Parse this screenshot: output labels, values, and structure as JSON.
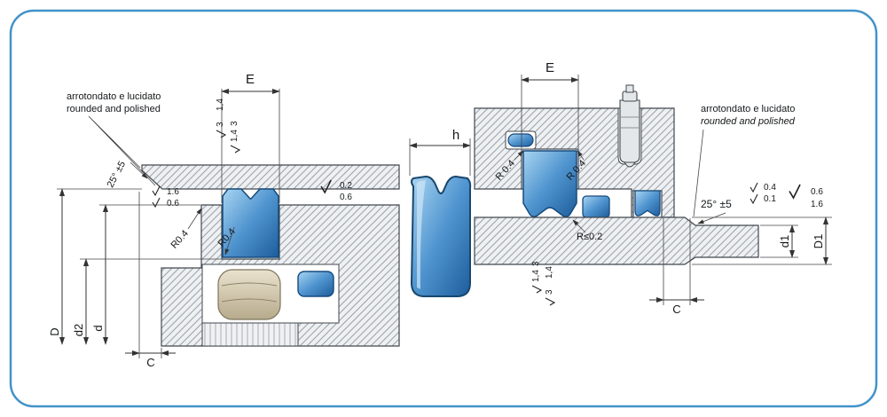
{
  "frame": {
    "border_color": "#4293c9"
  },
  "left": {
    "note1": "arrotondato e lucidato",
    "note2": "rounded and polished",
    "angle": "25° ±5",
    "dim_E": "E",
    "dim_C": "C",
    "dim_D": "D",
    "dim_d2": "d2",
    "dim_d": "d",
    "radius_a": "R0.4",
    "radius_b": "R0.4",
    "rough_wall_a": [
      "3",
      "1,4"
    ],
    "rough_wall_b": [
      "1,4",
      "3"
    ],
    "rough_edge": [
      "1.6",
      "0.6"
    ],
    "rough_bore": [
      "0.2",
      "0.6"
    ]
  },
  "profile": {
    "dim_h": "h"
  },
  "right": {
    "note1": "arrotondato e lucidato",
    "note2": "rounded and polished",
    "angle": "25° ±5",
    "dim_E": "E",
    "dim_C": "C",
    "dim_d1": "d1",
    "dim_D1": "D1",
    "radius_a": "R 0.4",
    "radius_b": "R 0.4",
    "radius_c": "R≤0.2",
    "rough_chamfer": [
      "0.4",
      "0.1"
    ],
    "rough_face": [
      "0.6",
      "1.6"
    ],
    "rough_wall_a": [
      "1,4",
      "3"
    ],
    "rough_wall_b": [
      "3",
      "1,4"
    ]
  }
}
